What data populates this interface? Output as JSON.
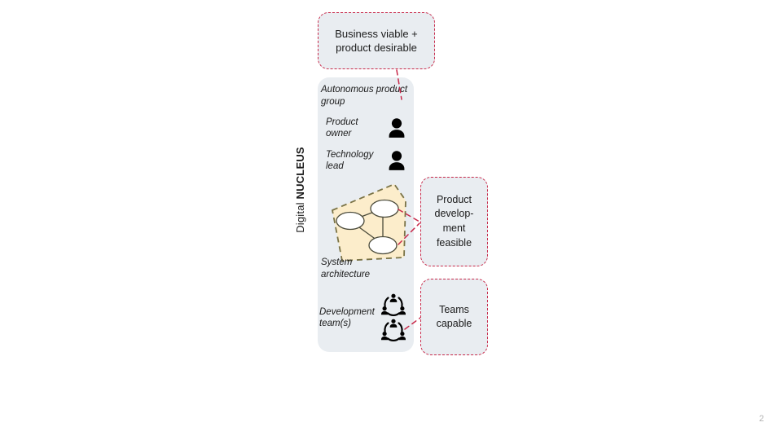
{
  "slide": {
    "page_number": "2",
    "background_color": "#ffffff"
  },
  "colors": {
    "panel_fill": "#e9edf1",
    "callout_border": "#c8294a",
    "architecture_fill": "#fcedcb",
    "architecture_border": "#7a7346",
    "node_fill": "#ffffff",
    "icon_color": "#000000",
    "page_number_color": "#b4b4b4"
  },
  "nucleus_panel": {
    "side_label": {
      "prefix": "Digital",
      "emphasis": "NUCLEUS"
    },
    "group_title": "Autonomous product group",
    "roles": [
      {
        "label": "Product owner",
        "icon": "person-icon"
      },
      {
        "label": "Technology lead",
        "icon": "person-icon"
      }
    ],
    "architecture": {
      "label": "System architecture",
      "icon": "system-architecture-diagram",
      "nodes": 3
    },
    "development_teams": {
      "label": "Development team(s)",
      "icon": "team-group-icon",
      "count": 2
    }
  },
  "callouts": [
    {
      "name": "business-viable",
      "lines": [
        "Business viable +",
        "product desirable"
      ]
    },
    {
      "name": "product-development-feasible",
      "lines": [
        "Product",
        "develop-",
        "ment",
        "feasible"
      ]
    },
    {
      "name": "teams-capable",
      "lines": [
        "Teams",
        "capable"
      ]
    }
  ]
}
